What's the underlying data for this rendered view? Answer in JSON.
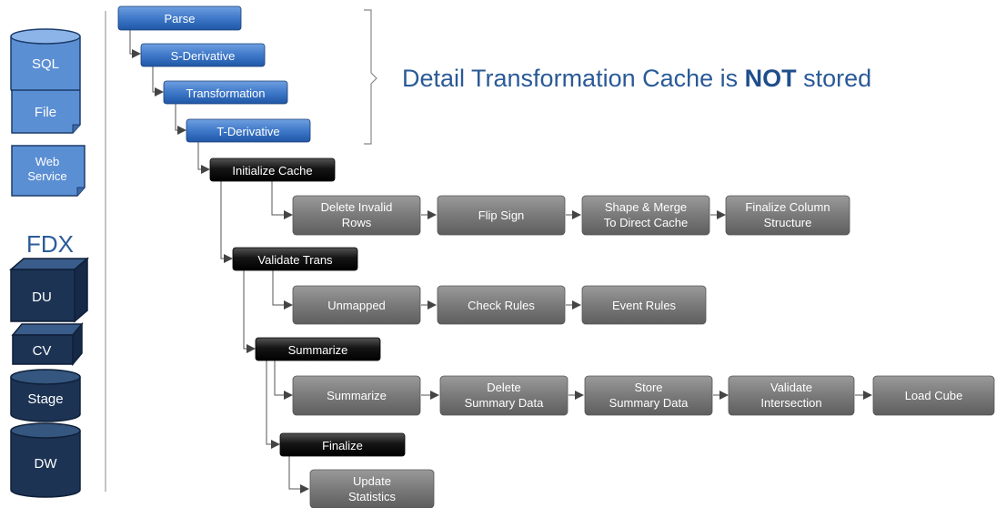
{
  "sources": {
    "sql": "SQL",
    "file": "File",
    "web_service": [
      "Web",
      "Service"
    ]
  },
  "fdx": {
    "title": "FDX",
    "du": "DU",
    "cv": "CV",
    "stage": "Stage",
    "dw": "DW"
  },
  "note": {
    "prefix": "Detail Transformation Cache is ",
    "emphasis": "NOT",
    "suffix": " stored"
  },
  "steps": {
    "parse": "Parse",
    "s_derivative": "S-Derivative",
    "transformation": "Transformation",
    "t_derivative": "T-Derivative",
    "initialize_cache": "Initialize Cache",
    "validate_trans": "Validate Trans",
    "summarize": "Summarize",
    "finalize": "Finalize"
  },
  "substeps": {
    "init": [
      [
        "Delete Invalid",
        "Rows"
      ],
      [
        "Flip Sign"
      ],
      [
        "Shape & Merge",
        "To Direct Cache"
      ],
      [
        "Finalize Column",
        "Structure"
      ]
    ],
    "validate": [
      [
        "Unmapped"
      ],
      [
        "Check Rules"
      ],
      [
        "Event Rules"
      ]
    ],
    "summarize": [
      [
        "Summarize"
      ],
      [
        "Delete",
        "Summary Data"
      ],
      [
        "Store",
        "Summary Data"
      ],
      [
        "Validate",
        "Intersection"
      ],
      [
        "Load Cube"
      ]
    ],
    "finalize": [
      [
        "Update",
        "Statistics"
      ]
    ]
  },
  "colors": {
    "blue_step": "#3d78c8",
    "black_step": "#111111",
    "gray_step": "#777777",
    "source_fill": "#5b8fd4",
    "fdx_fill": "#1c3354",
    "title_blue": "#2a5a97"
  }
}
